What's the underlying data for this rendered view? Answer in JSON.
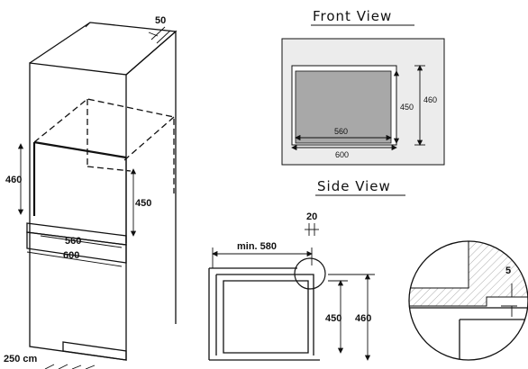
{
  "cabinet": {
    "top_gap": "50",
    "opening_height": "460",
    "oven_height": "450",
    "oven_width": "560",
    "cabinet_width": "600",
    "vent_area": "250 cm"
  },
  "front_view": {
    "title": "Front View",
    "width_inner": "560",
    "width_outer": "600",
    "height_inner": "450",
    "height_outer": "460"
  },
  "side_view": {
    "title": "Side View",
    "top_gap": "20",
    "min_depth": "min. 580",
    "height_inner": "450",
    "height_outer": "460",
    "detail_gap": "5"
  }
}
